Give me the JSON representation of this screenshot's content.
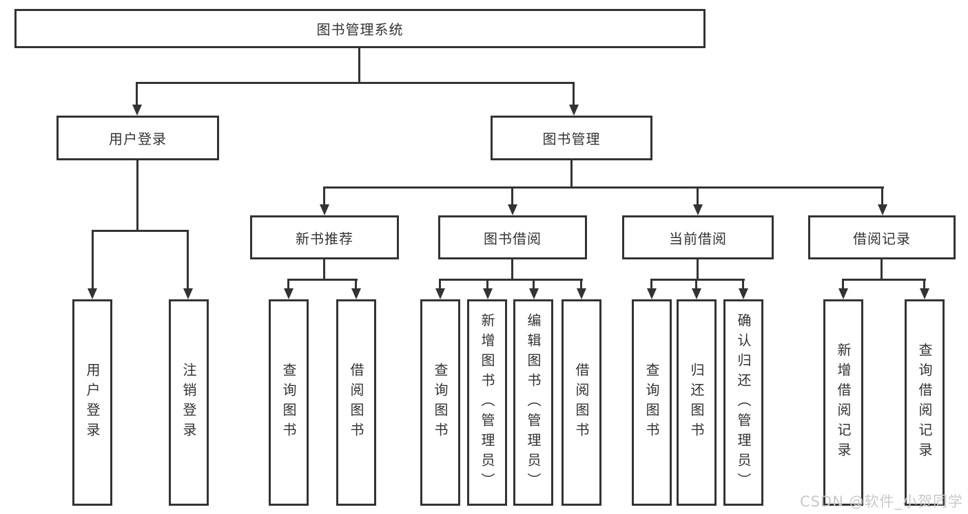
{
  "tree": {
    "root_label": "图书管理系统",
    "user_login": {
      "label": "用户登录",
      "children": [
        "用户登录",
        "注销登录"
      ]
    },
    "book_mgmt": {
      "label": "图书管理",
      "sections": [
        {
          "label": "新书推荐",
          "children": [
            "查询图书",
            "借阅图书"
          ]
        },
        {
          "label": "图书借阅",
          "children": [
            "查询图书",
            "新增图书（管理员）",
            "编辑图书（管理员）",
            "借阅图书"
          ]
        },
        {
          "label": "当前借阅",
          "children": [
            "查询图书",
            "归还图书",
            "确认归还（管理员）"
          ]
        },
        {
          "label": "借阅记录",
          "children": [
            "新增借阅记录",
            "查询借阅记录"
          ]
        }
      ]
    }
  },
  "watermark": "CSDN @软件_小贺同学",
  "colors": {
    "line": "#333333",
    "text": "#333333",
    "background": "#ffffff",
    "watermark": "#c9c9c9"
  }
}
